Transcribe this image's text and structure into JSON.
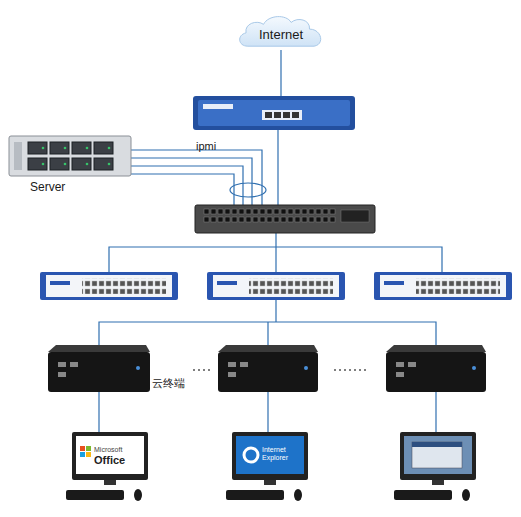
{
  "diagram": {
    "nodes": [
      {
        "text": [
          "Internet"
        ]
      },
      {
        "text": [
          "Server"
        ]
      }
    ],
    "labels": [
      "ipmi",
      "云终端",
      "Microsoft",
      "Office",
      "Internet Explorer"
    ]
  }
}
